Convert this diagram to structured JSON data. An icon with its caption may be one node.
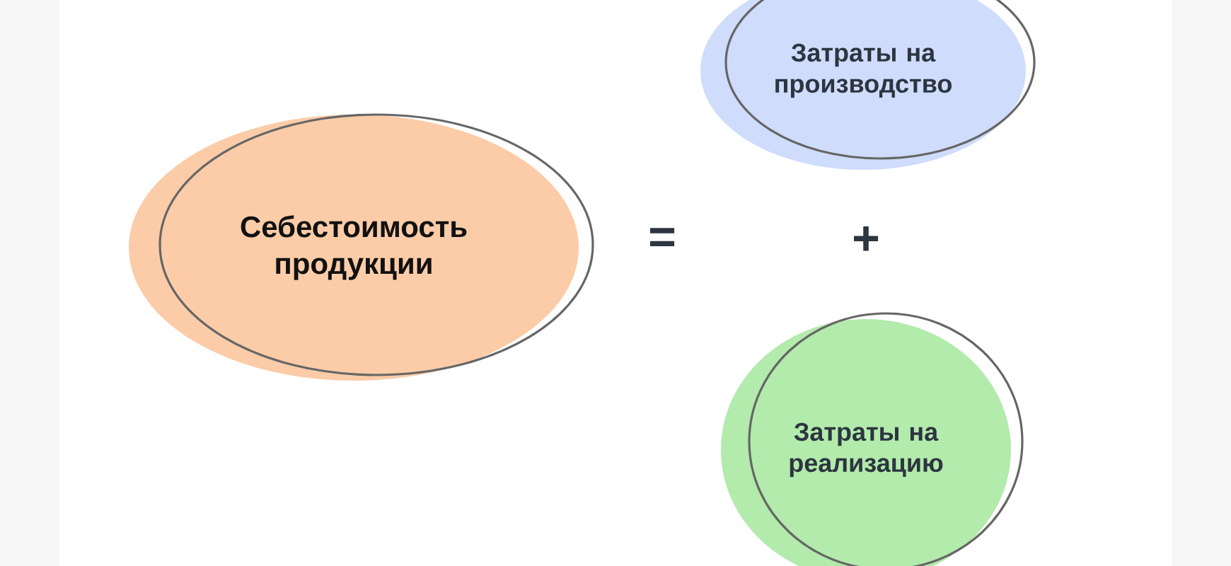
{
  "diagram": {
    "nodes": [
      {
        "text": [
          "Себестоимость продукции"
        ]
      },
      {
        "text": [
          "Затраты на производство"
        ]
      },
      {
        "text": [
          "Затраты на реализацию"
        ]
      }
    ],
    "labels": [
      "=",
      "+"
    ]
  }
}
